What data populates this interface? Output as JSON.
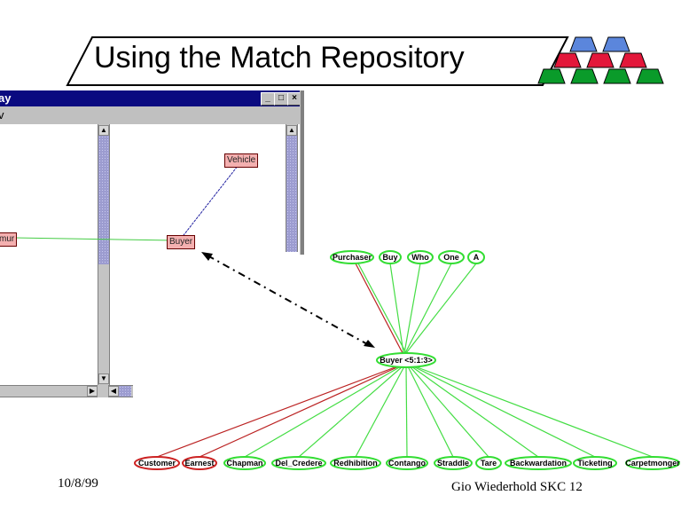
{
  "slide": {
    "title": "Using the Match Repository",
    "footer_date": "10/8/99",
    "footer_author": "Gio Wiederhold  SKC 12"
  },
  "logo": {
    "name": "pyramid-logo",
    "rows": [
      {
        "color": "#5b86dc",
        "count": 2
      },
      {
        "color": "#e3173a",
        "count": 3
      },
      {
        "color": "#0a9b2a",
        "count": 4
      }
    ]
  },
  "app_window": {
    "title_fragment": "ay",
    "menu_fragment": "v",
    "titlebar_color": "#0a0a80",
    "buttons": {
      "minimize": "_",
      "maximize": "□",
      "close": "×"
    },
    "nodes": {
      "vehicle": "Vehicle",
      "buyer": "Buyer",
      "left_partial": "mur"
    }
  },
  "graph": {
    "center": "Buyer <5:1:3>",
    "top_nodes": [
      {
        "label": "Purchaser",
        "color": "green",
        "link": "red"
      },
      {
        "label": "Buy",
        "color": "green",
        "link": "green"
      },
      {
        "label": "Who",
        "color": "green",
        "link": "green"
      },
      {
        "label": "One",
        "color": "green",
        "link": "green"
      },
      {
        "label": "A",
        "color": "green",
        "link": "green"
      }
    ],
    "bottom_nodes": [
      {
        "label": "Customer",
        "color": "red"
      },
      {
        "label": "Earnest",
        "color": "red"
      },
      {
        "label": "Chapman",
        "color": "green"
      },
      {
        "label": "Del_Credere",
        "color": "green"
      },
      {
        "label": "Redhibition",
        "color": "green"
      },
      {
        "label": "Contango",
        "color": "green"
      },
      {
        "label": "Straddle",
        "color": "green"
      },
      {
        "label": "Tare",
        "color": "green"
      },
      {
        "label": "Backwardation",
        "color": "green"
      },
      {
        "label": "Ticketing",
        "color": "green"
      },
      {
        "label": "Carpetmonger",
        "color": "green"
      }
    ],
    "colors": {
      "green": "#33dd33",
      "red": "#cc2222",
      "link_green": "#44dd44",
      "link_red": "#bb2222"
    }
  }
}
